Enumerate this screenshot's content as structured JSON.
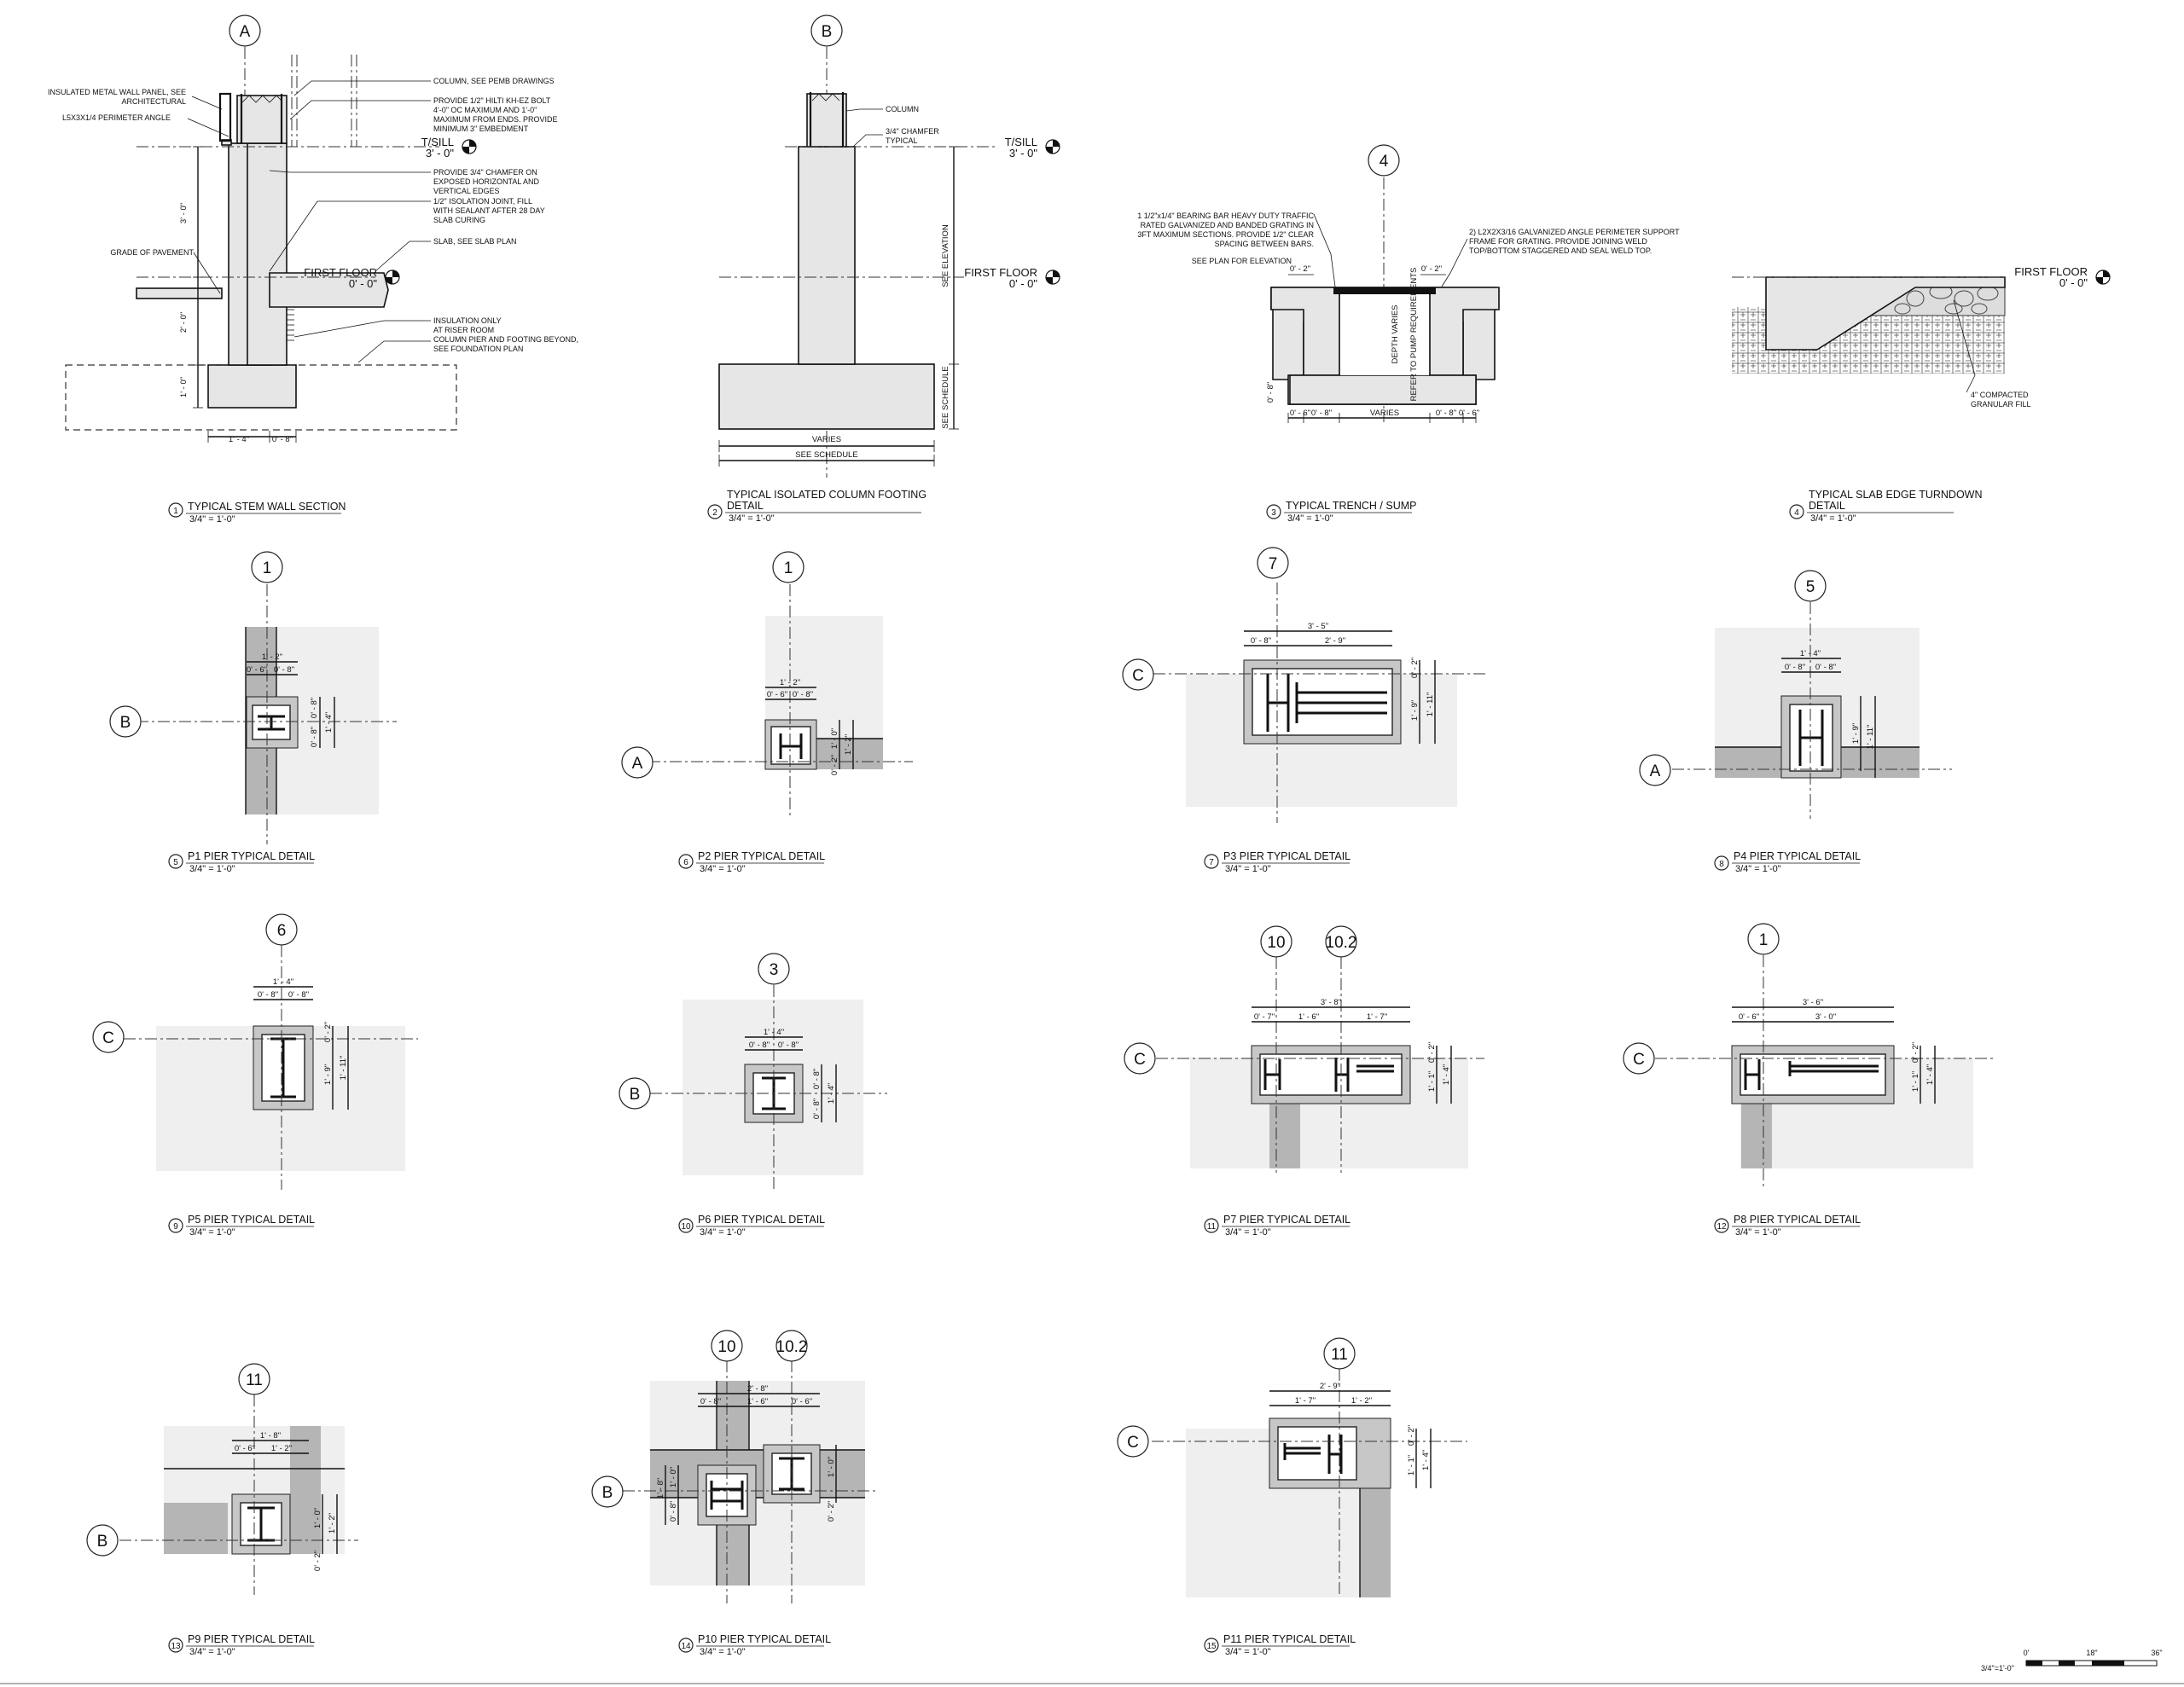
{
  "details": {
    "d1": {
      "num": "1",
      "title": "TYPICAL STEM WALL SECTION",
      "scale": "3/4\" = 1'-0\"",
      "grid": "A",
      "notes": [
        "COLUMN, SEE PEMB DRAWINGS",
        "PROVIDE 1/2\" HILTI KH-EZ BOLT",
        "4'-0\" OC MAXIMUM AND 1'-0\"",
        "MAXIMUM FROM ENDS. PROVIDE",
        "MINIMUM 3\" EMBEDMENT",
        "PROVIDE 3/4\" CHAMFER ON",
        "EXPOSED HORIZONTAL AND",
        "VERTICAL EDGES",
        "1/2\" ISOLATION JOINT, FILL",
        "WITH SEALANT AFTER 28 DAY",
        "SLAB CURING",
        "SLAB, SEE SLAB PLAN",
        "INSULATION ONLY",
        "AT RISER ROOM",
        "COLUMN PIER AND FOOTING BEYOND,",
        "SEE FOUNDATION PLAN"
      ],
      "left_notes": [
        "INSULATED METAL WALL PANEL, SEE",
        "ARCHITECTURAL",
        "L5X3X1/4 PERIMETER ANGLE",
        "GRADE OF PAVEMENT"
      ],
      "levels": [
        "T/SILL",
        "3' - 0\"",
        "FIRST FLOOR",
        "0' - 0\""
      ],
      "dims": [
        "3' - 0\"",
        "2' - 0\"",
        "1' - 0\"",
        "1' - 4\"",
        "0' - 8\""
      ]
    },
    "d2": {
      "num": "2",
      "title": "TYPICAL ISOLATED COLUMN FOOTING",
      "title2": "DETAIL",
      "scale": "3/4\" = 1'-0\"",
      "grid": "B",
      "notes": [
        "COLUMN",
        "3/4\" CHAMFER",
        "TYPICAL"
      ],
      "levels": [
        "T/SILL",
        "3' - 0\"",
        "FIRST FLOOR",
        "0' - 0\""
      ],
      "dims": [
        "SEE ELEVATION",
        "SEE SCHEDULE",
        "VARIES",
        "SEE SCHEDULE"
      ]
    },
    "d3": {
      "num": "3",
      "title": "TYPICAL TRENCH / SUMP",
      "scale": "3/4\" = 1'-0\"",
      "grid": "4",
      "notes": [
        "1 1/2\"x1/4\" BEARING BAR HEAVY DUTY TRAFFIC",
        "RATED GALVANIZED AND BANDED GRATING IN",
        "3FT MAXIMUM SECTIONS. PROVIDE 1/2\" CLEAR",
        "SPACING BETWEEN BARS.",
        "SEE PLAN FOR ELEVATION",
        "2) L2X2X3/16 GALVANIZED ANGLE PERIMETER SUPPORT",
        "FRAME FOR GRATING. PROVIDE JOINING WELD",
        "TOP/BOTTOM STAGGERED AND SEAL WELD TOP."
      ],
      "dims": [
        "0' - 2\"",
        "0' - 2\"",
        "DEPTH VARIES",
        "REFER TO PUMP REQUIREMENTS",
        "0' - 8\"",
        "0' - 6\"",
        "0' - 8\"",
        "VARIES",
        "0' - 8\"",
        "0' - 6\""
      ]
    },
    "d4": {
      "num": "4",
      "title": "TYPICAL SLAB EDGE TURNDOWN",
      "title2": "DETAIL",
      "scale": "3/4\" = 1'-0\"",
      "levels": [
        "FIRST FLOOR",
        "0' - 0\""
      ],
      "notes": [
        "4\" COMPACTED",
        "GRANULAR FILL"
      ]
    },
    "d5": {
      "num": "5",
      "title": "P1 PIER TYPICAL DETAIL",
      "scale": "3/4\" = 1'-0\"",
      "grids": [
        "1",
        "B"
      ],
      "dims": [
        "1' - 2\"",
        "0' - 6\"",
        "0' - 8\"",
        "0' - 8\"",
        "0' - 8\"",
        "1' - 4\""
      ]
    },
    "d6": {
      "num": "6",
      "title": "P2 PIER TYPICAL DETAIL",
      "scale": "3/4\" = 1'-0\"",
      "grids": [
        "1",
        "A"
      ],
      "dims": [
        "1' - 2\"",
        "0' - 6\"",
        "0' - 8\"",
        "1' - 0\"",
        "1' - 2\"",
        "0' - 2\""
      ]
    },
    "d7": {
      "num": "7",
      "title": "P3 PIER TYPICAL DETAIL",
      "scale": "3/4\" = 1'-0\"",
      "grids": [
        "7",
        "C"
      ],
      "dims": [
        "3' - 5\"",
        "0' - 8\"",
        "2' - 9\"",
        "0' - 2\"",
        "1' - 9\"",
        "1' - 11\""
      ]
    },
    "d8": {
      "num": "8",
      "title": "P4 PIER TYPICAL DETAIL",
      "scale": "3/4\" = 1'-0\"",
      "grids": [
        "5",
        "A"
      ],
      "dims": [
        "1' - 4\"",
        "0' - 8\"",
        "0' - 8\"",
        "1' - 9\"",
        "1' - 11\""
      ]
    },
    "d9": {
      "num": "9",
      "title": "P5 PIER TYPICAL DETAIL",
      "scale": "3/4\" = 1'-0\"",
      "grids": [
        "6",
        "C"
      ],
      "dims": [
        "1' - 4\"",
        "0' - 8\"",
        "0' - 8\"",
        "0' - 2\"",
        "1' - 9\"",
        "1' - 11\""
      ]
    },
    "d10": {
      "num": "10",
      "title": "P6 PIER TYPICAL DETAIL",
      "scale": "3/4\" = 1'-0\"",
      "grids": [
        "3",
        "B"
      ],
      "dims": [
        "1' - 4\"",
        "0' - 8\"",
        "0' - 8\"",
        "0' - 8\"",
        "0' - 8\"",
        "1' - 4\""
      ]
    },
    "d11": {
      "num": "11",
      "title": "P7 PIER TYPICAL DETAIL",
      "scale": "3/4\" = 1'-0\"",
      "grids": [
        "10",
        "10.2",
        "C"
      ],
      "dims": [
        "3' - 8\"",
        "0' - 7\"",
        "1' - 6\"",
        "1' - 7\"",
        "0' - 2\"",
        "1' - 1\"",
        "1' - 4\""
      ]
    },
    "d12": {
      "num": "12",
      "title": "P8 PIER TYPICAL DETAIL",
      "scale": "3/4\" = 1'-0\"",
      "grids": [
        "1",
        "C"
      ],
      "dims": [
        "3' - 6\"",
        "0' - 6\"",
        "3' - 0\"",
        "0' - 2\"",
        "1' - 1\"",
        "1' - 4\""
      ]
    },
    "d13": {
      "num": "13",
      "title": "P9 PIER TYPICAL DETAIL",
      "scale": "3/4\" = 1'-0\"",
      "grids": [
        "11",
        "B"
      ],
      "dims": [
        "1' - 8\"",
        "0' - 6\"",
        "1' - 2\"",
        "1' - 0\"",
        "0' - 2\"",
        "1' - 2\""
      ]
    },
    "d14": {
      "num": "14",
      "title": "P10 PIER TYPICAL DETAIL",
      "scale": "3/4\" = 1'-0\"",
      "grids": [
        "10",
        "10.2",
        "B"
      ],
      "dims": [
        "2' - 8\"",
        "0' - 8\"",
        "1' - 6\"",
        "0' - 6\"",
        "1' - 0\"",
        "1' - 8\"",
        "0' - 8\"",
        "1' - 0\"",
        "0' - 2\""
      ]
    },
    "d15": {
      "num": "15",
      "title": "P11 PIER TYPICAL DETAIL",
      "scale": "3/4\" = 1'-0\"",
      "grids": [
        "11",
        "C"
      ],
      "dims": [
        "2' - 9\"",
        "1' - 7\"",
        "1' - 2\"",
        "0' - 2\"",
        "1' - 1\"",
        "1' - 4\""
      ]
    }
  },
  "graphic_scale": {
    "label": "3/4\"=1'-0\"",
    "ticks": [
      "0'",
      "18\"",
      "36\""
    ]
  }
}
